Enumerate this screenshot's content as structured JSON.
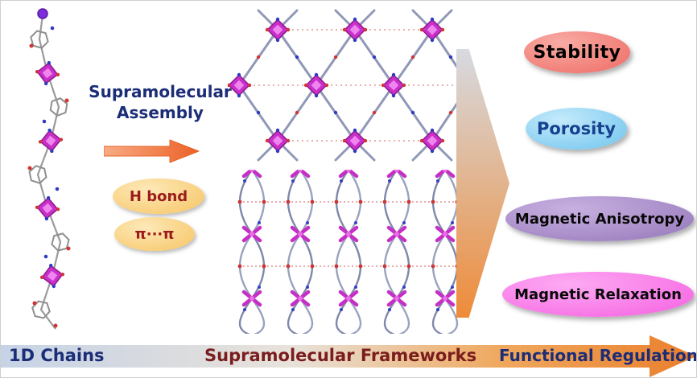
{
  "figure": {
    "assembly": {
      "line1": "Supramolecular",
      "line2": "Assembly"
    },
    "interactions": [
      {
        "label": "H bond"
      },
      {
        "label": "π···π"
      }
    ],
    "outcomes": [
      {
        "label": "Stability",
        "color": "#ee6b64"
      },
      {
        "label": "Porosity",
        "color": "#6fc4ee"
      },
      {
        "label": "Magnetic Anisotropy",
        "color": "#9577ba"
      },
      {
        "label": "Magnetic Relaxation",
        "color": "#f55fe1"
      }
    ],
    "axis": {
      "left": "1D Chains",
      "center": "Supramolecular Frameworks",
      "right": "Functional Regulation"
    },
    "colors": {
      "assembly_text": "#1c2d78",
      "interaction_fill": "#f6c463",
      "interaction_text": "#9b1c1c",
      "arrow_orange": "#ec6127",
      "metal_node": "#c92fc9",
      "axis_left_text": "#1c2d78",
      "axis_center_text": "#7a1d1d",
      "axis_right_text": "#1c2d78"
    }
  }
}
